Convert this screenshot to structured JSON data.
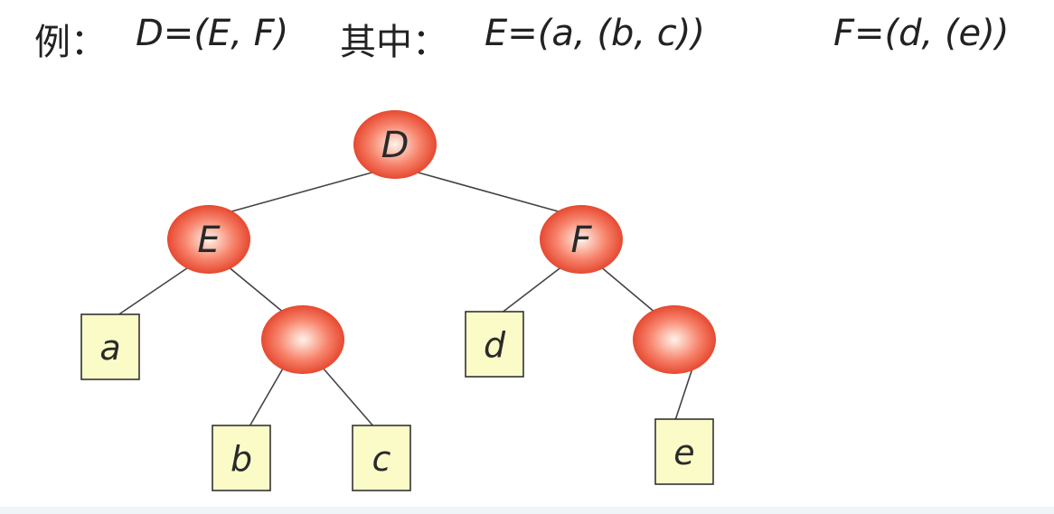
{
  "heading": {
    "example": "例：",
    "d_def": "D=(E, F)",
    "where": "其中：",
    "e_def": "E=(a, (b, c))",
    "f_def": "F=(d, (e))"
  },
  "tree": {
    "nodes": [
      {
        "id": "D",
        "label": "D",
        "kind": "list"
      },
      {
        "id": "E",
        "label": "E",
        "kind": "list"
      },
      {
        "id": "F",
        "label": "F",
        "kind": "list"
      },
      {
        "id": "bc",
        "label": "",
        "kind": "list"
      },
      {
        "id": "en",
        "label": "",
        "kind": "list"
      },
      {
        "id": "a",
        "label": "a",
        "kind": "atom"
      },
      {
        "id": "b",
        "label": "b",
        "kind": "atom"
      },
      {
        "id": "c",
        "label": "c",
        "kind": "atom"
      },
      {
        "id": "d",
        "label": "d",
        "kind": "atom"
      },
      {
        "id": "e",
        "label": "e",
        "kind": "atom"
      }
    ],
    "edges": [
      [
        "D",
        "E"
      ],
      [
        "D",
        "F"
      ],
      [
        "E",
        "a"
      ],
      [
        "E",
        "bc"
      ],
      [
        "bc",
        "b"
      ],
      [
        "bc",
        "c"
      ],
      [
        "F",
        "d"
      ],
      [
        "F",
        "en"
      ],
      [
        "en",
        "e"
      ]
    ]
  },
  "colors": {
    "node_center": "#fff3ea",
    "node_mid": "#f7826a",
    "node_edge": "#e23a22",
    "leaf_fill": "#fbfbc8",
    "leaf_stroke": "#333333",
    "edge": "#444444"
  }
}
